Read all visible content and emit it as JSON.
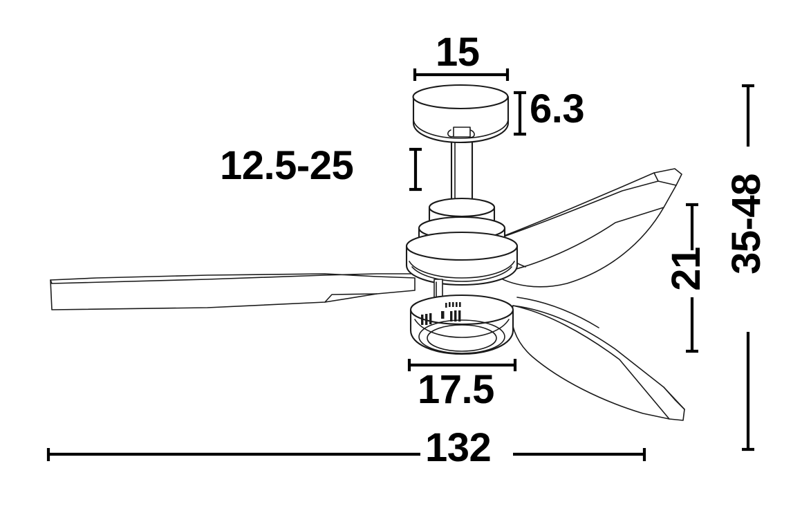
{
  "drawing": {
    "title": "Ceiling fan dimensional drawing",
    "subject": "ceiling-fan",
    "unit_system": "centimeters",
    "line_color": "#000000",
    "background_color": "#ffffff",
    "stroke_color": "#1a1a1a"
  },
  "dimensions": {
    "canopy_width": "15",
    "canopy_height": "6.3",
    "downrod_length": "12.5-25",
    "light_kit_width": "17.5",
    "blade_span": "132",
    "body_height": "21",
    "total_height": "35-48"
  },
  "labels": [
    {
      "id": "canopy-width",
      "text": "15",
      "orientation": "horizontal"
    },
    {
      "id": "canopy-height",
      "text": "6.3",
      "orientation": "horizontal"
    },
    {
      "id": "downrod-length",
      "text": "12.5-25",
      "orientation": "horizontal"
    },
    {
      "id": "light-kit-width",
      "text": "17.5",
      "orientation": "horizontal"
    },
    {
      "id": "blade-span",
      "text": "132",
      "orientation": "horizontal"
    },
    {
      "id": "body-height",
      "text": "21",
      "orientation": "vertical"
    },
    {
      "id": "total-height",
      "text": "35-48",
      "orientation": "vertical"
    }
  ],
  "parts": [
    {
      "id": "canopy",
      "name": "ceiling canopy"
    },
    {
      "id": "downrod",
      "name": "downrod"
    },
    {
      "id": "motor-housing",
      "name": "motor housing"
    },
    {
      "id": "light-kit",
      "name": "light kit"
    },
    {
      "id": "blade-left",
      "name": "left fan blade"
    },
    {
      "id": "blade-upper-right",
      "name": "upper right fan blade"
    },
    {
      "id": "blade-lower-right",
      "name": "lower right fan blade"
    }
  ]
}
